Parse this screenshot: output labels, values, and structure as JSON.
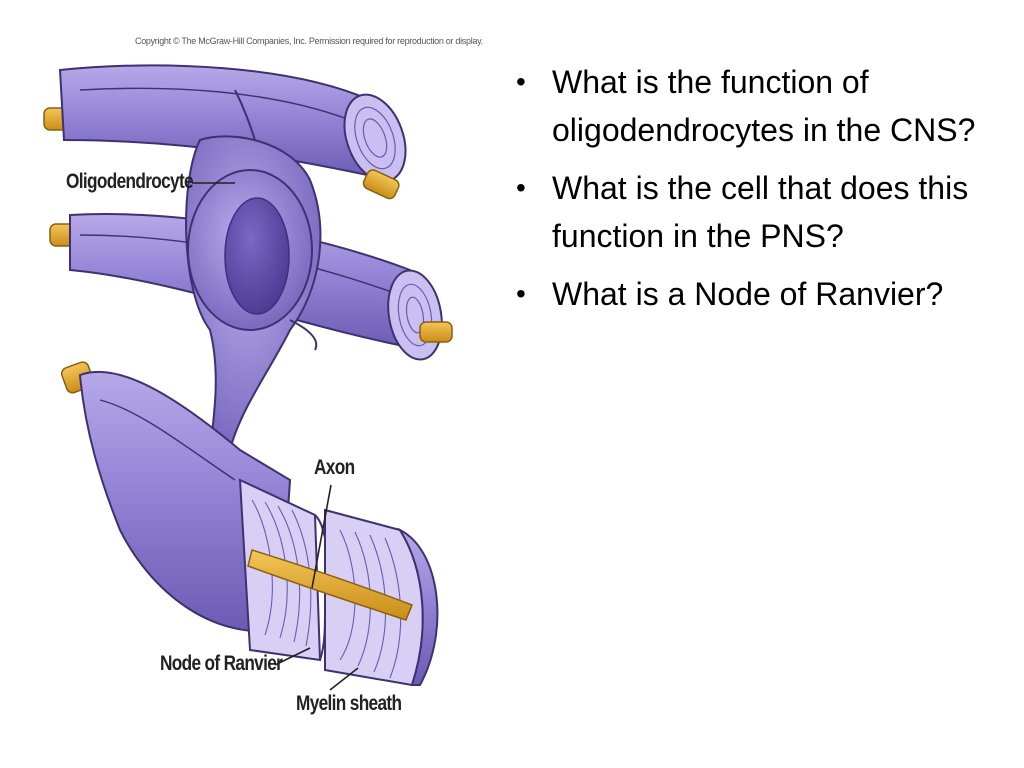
{
  "slide": {
    "figure": {
      "copyright": "Copyright © The McGraw-Hill Companies, Inc. Permission required for reproduction or display.",
      "labels": {
        "oligodendrocyte": "Oligodendrocyte",
        "axon": "Axon",
        "node_of_ranvier": "Node of Ranvier",
        "myelin_sheath": "Myelin sheath"
      },
      "colors": {
        "myelin": "#8f7fd0",
        "myelin_dark": "#5c4c9c",
        "nucleus": "#5a47a8",
        "axon": "#e6a92a"
      }
    },
    "bullets": [
      "What is the function of oligodendrocytes in the CNS?",
      "What is the cell that does this function in the PNS?",
      "What is a Node of Ranvier?"
    ],
    "bullet_glyph": "•"
  }
}
